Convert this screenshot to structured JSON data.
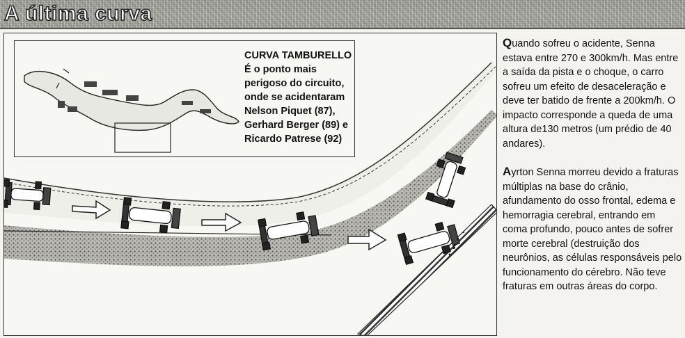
{
  "title": "A última curva",
  "inset": {
    "heading": "CURVA TAMBURELLO",
    "body": "É o ponto mais perigoso do circuito, onde se acidentaram Nelson Piquet (87), Gerhard Berger (89) e Ricardo Patrese (92)"
  },
  "paragraphs": [
    {
      "initial": "Q",
      "text": "uando sofreu o acidente, Senna estava entre 270 e 300km/h. Mas entre a saída da pista e o choque, o carro sofreu um efeito de desaceleração e deve ter batido de frente a 200km/h. O impacto corresponde a queda de uma altura de130 metros (um prédio de 40 andares)."
    },
    {
      "initial": "A",
      "text": "yrton Senna morreu devido a fraturas múltiplas na base do crânio, afundamento do osso frontal, edema e hemorragia cerebral, entrando em coma profundo, pouco antes de sofrer morte cerebral (destruição dos neurônios, as células responsáveis pelo funcionamento do cérebro. Não teve fraturas em outras áreas do corpo."
    }
  ]
}
